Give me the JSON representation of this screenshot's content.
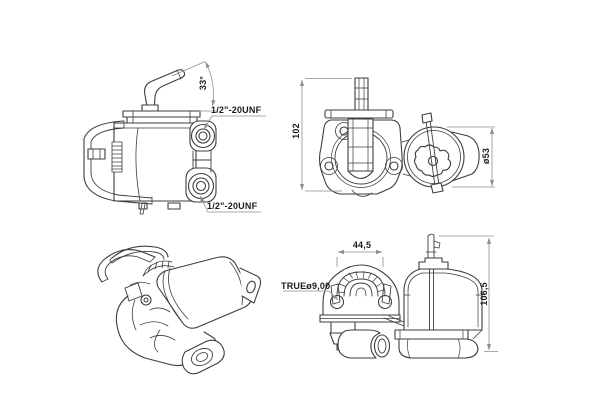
{
  "drawing": {
    "title": "fuel-pump-technical-drawing",
    "colors": {
      "background": "#ffffff",
      "part_line": "#3d3d3d",
      "dimension_line": "#8f8f8f",
      "text": "#1c1c1c"
    },
    "annotations": {
      "side_view": {
        "lever_angle": "33°",
        "upper_port_thread": "1/2\"-20UNF",
        "lower_port_thread": "1/2\"-20UNF"
      },
      "top_view": {
        "overall_depth": "102",
        "bowl_diameter": "ø53"
      },
      "front_view": {
        "rocker_width": "44,5",
        "mounting_hole": "TRUEø9,00",
        "overall_height": "106,5"
      }
    }
  }
}
